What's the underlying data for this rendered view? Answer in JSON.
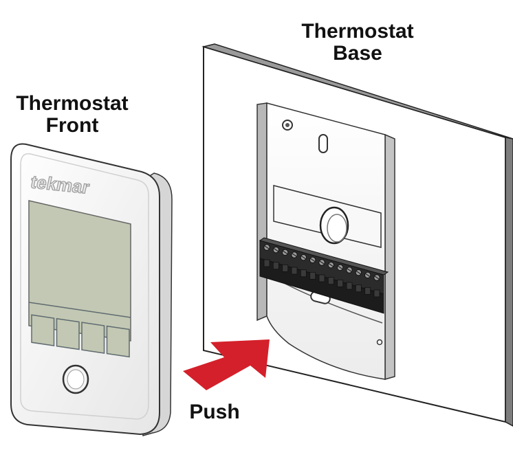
{
  "labels": {
    "base_line1": "Thermostat",
    "base_line2": "Base",
    "front_line1": "Thermostat",
    "front_line2": "Front",
    "push": "Push"
  },
  "front": {
    "brand": "tekmar",
    "button_count": 4
  },
  "base": {
    "terminal_count": 13
  },
  "colors": {
    "arrow": "#d4202a",
    "lcd": "#c2c8b3",
    "device_body": "#f2f2f2",
    "wall_edge": "#8a8a8a",
    "terminal_block": "#2b2b2b"
  },
  "icons": {
    "arrow": "push-arrow-icon",
    "round_button": "round-button-icon"
  }
}
